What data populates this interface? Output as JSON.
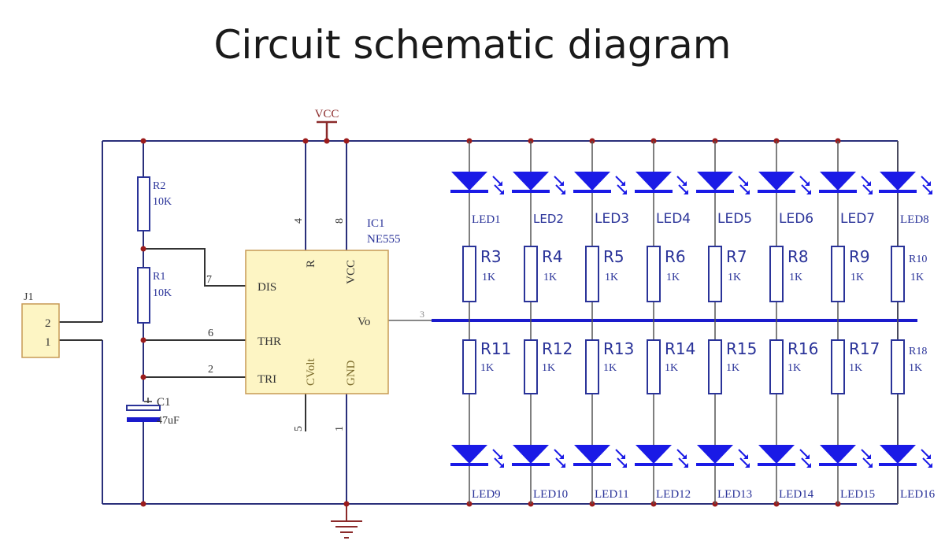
{
  "title": "Circuit schematic diagram",
  "colors": {
    "wire": "#2a2f7a",
    "dark_wire": "#333333",
    "node": "#9b1c1c",
    "led": "#1a1ae6",
    "bus": "#1a1acc",
    "ic_fill": "#fdf5c4",
    "ic_border": "#c79a55",
    "vcc": "#8b2a2a",
    "resistor": "#2a3399"
  },
  "connector": {
    "ref": "J1",
    "pins": [
      "2",
      "1"
    ]
  },
  "vcc_label": "VCC",
  "ic": {
    "ref": "IC1",
    "part": "NE555",
    "pins": {
      "dis": "DIS",
      "thr": "THR",
      "tri": "TRI",
      "reset": "R",
      "vcc": "VCC",
      "vo": "Vo",
      "cvolt": "CVolt",
      "gnd": "GND"
    },
    "pin_numbers": {
      "dis": "7",
      "thr": "6",
      "tri": "2",
      "reset": "4",
      "vcc": "8",
      "vo": "3",
      "cvolt": "5",
      "gnd": "1"
    }
  },
  "timing": {
    "r2": {
      "ref": "R2",
      "value": "10K"
    },
    "r1": {
      "ref": "R1",
      "value": "10K"
    },
    "c1": {
      "ref": "C1",
      "value": "47uF"
    }
  },
  "columns": [
    {
      "led_top": "LED1",
      "r_top": "R3",
      "r_top_val": "1K",
      "r_bot": "R11",
      "r_bot_val": "1K",
      "led_bot": "LED9"
    },
    {
      "led_top": "LED2",
      "r_top": "R4",
      "r_top_val": "1K",
      "r_bot": "R12",
      "r_bot_val": "1K",
      "led_bot": "LED10"
    },
    {
      "led_top": "LED3",
      "r_top": "R5",
      "r_top_val": "1K",
      "r_bot": "R13",
      "r_bot_val": "1K",
      "led_bot": "LED11"
    },
    {
      "led_top": "LED4",
      "r_top": "R6",
      "r_top_val": "1K",
      "r_bot": "R14",
      "r_bot_val": "1K",
      "led_bot": "LED12"
    },
    {
      "led_top": "LED5",
      "r_top": "R7",
      "r_top_val": "1K",
      "r_bot": "R15",
      "r_bot_val": "1K",
      "led_bot": "LED13"
    },
    {
      "led_top": "LED6",
      "r_top": "R8",
      "r_top_val": "1K",
      "r_bot": "R16",
      "r_bot_val": "1K",
      "led_bot": "LED14"
    },
    {
      "led_top": "LED7",
      "r_top": "R9",
      "r_top_val": "1K",
      "r_bot": "R17",
      "r_bot_val": "1K",
      "led_bot": "LED15"
    },
    {
      "led_top": "LED8",
      "r_top": "R10",
      "r_top_val": "1K",
      "r_bot": "R18",
      "r_bot_val": "1K",
      "led_bot": "LED16"
    }
  ]
}
